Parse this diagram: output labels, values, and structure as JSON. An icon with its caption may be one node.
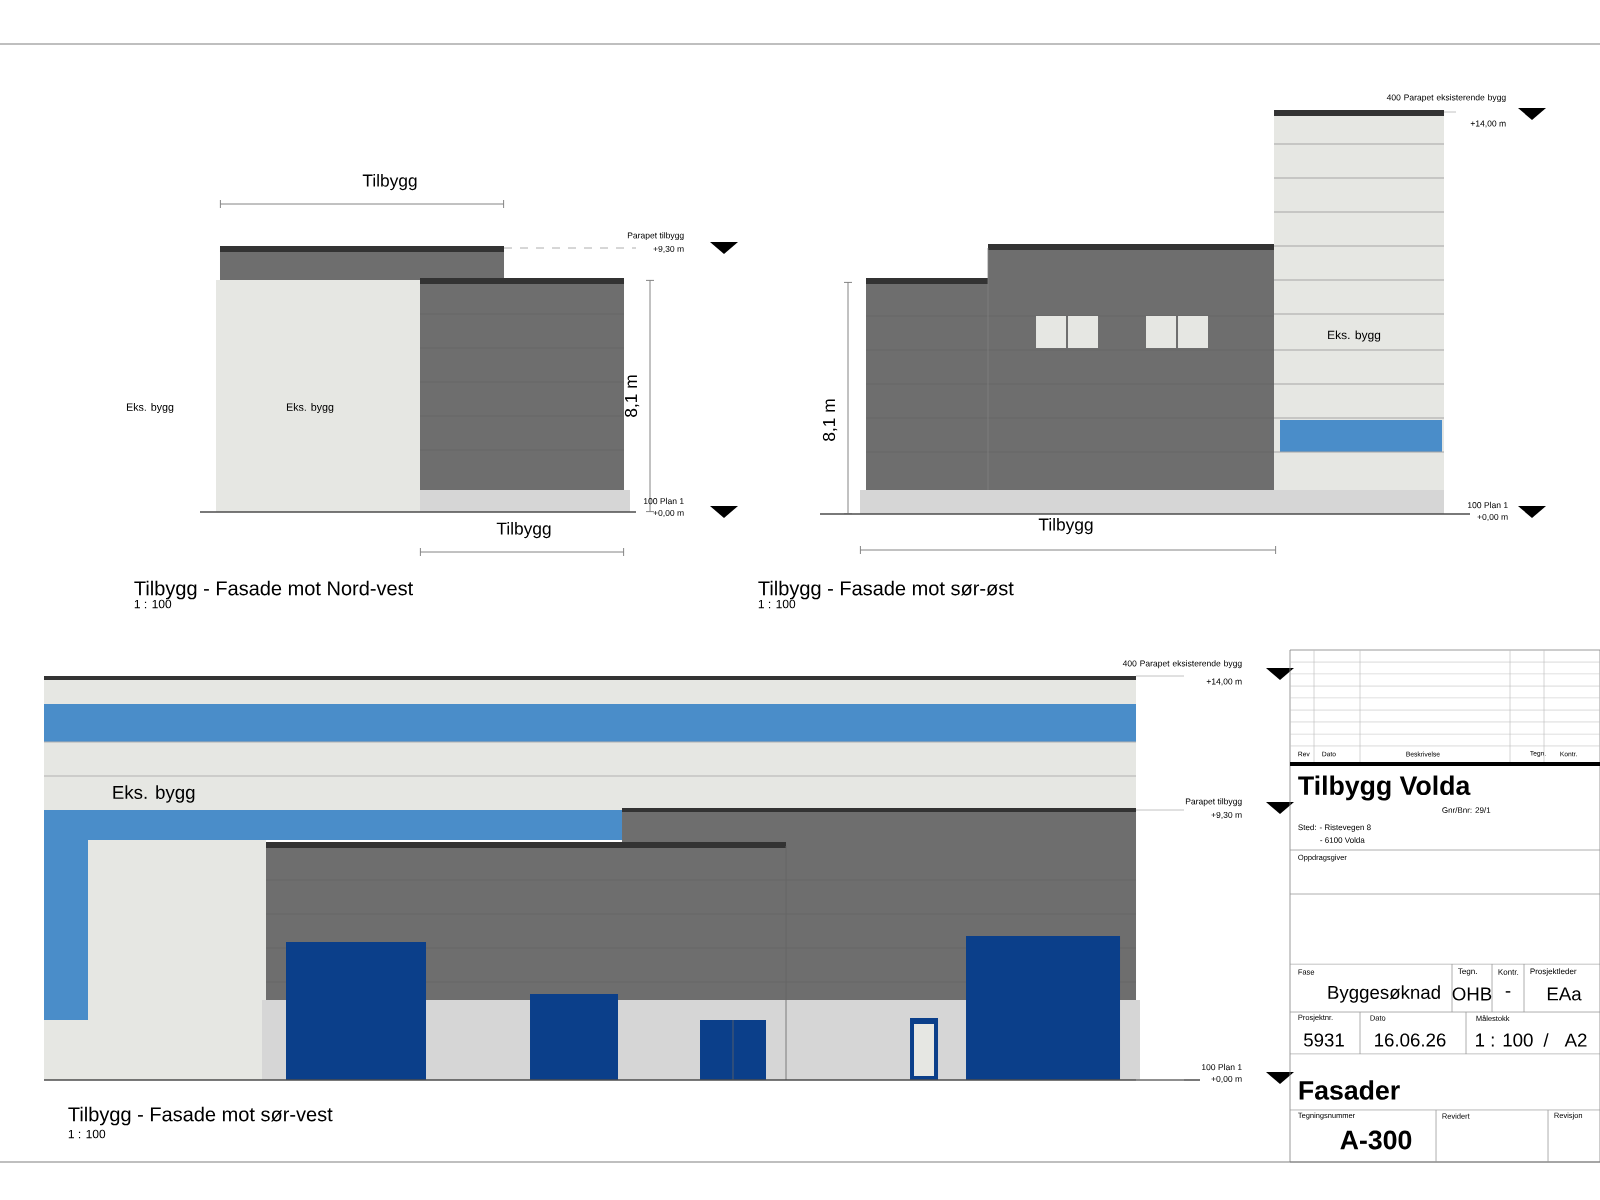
{
  "diagram": {
    "labels": [
      "Tilbygg",
      "Parapet tilbygg",
      "+9,30 m",
      "Eks. bygg",
      "Eks. bygg",
      "8,1 m",
      "100 Plan 1",
      "+0,00 m",
      "Tilbygg",
      "Tilbygg - Fasade mot Nord-vest",
      "1 : 100",
      "400 Parapet eksisterende bygg",
      "+14,00 m",
      "Eks. bygg",
      "8,1 m",
      "100 Plan 1",
      "+0,00 m",
      "Tilbygg",
      "Tilbygg - Fasade mot sør-øst",
      "1 : 100",
      "400 Parapet eksisterende bygg",
      "+14,00 m",
      "Eks. bygg",
      "Parapet tilbygg",
      "+9,30 m",
      "100 Plan 1",
      "+0,00 m",
      "Tilbygg - Fasade mot sør-vest",
      "1 : 100",
      "Rev",
      "Dato",
      "Beskrivelse",
      "Tegn.",
      "Kontr.",
      "Tilbygg Volda",
      "Gnr/Bnr: 29/1",
      "Sted: - Ristevegen 8",
      "- 6100 Volda",
      "Oppdragsgiver",
      "Fase",
      "Byggesøknad",
      "Tegn.",
      "OHB",
      "Kontr.",
      "-",
      "Prosjektleder",
      "EAa",
      "Prosjektnr.",
      "5931",
      "Dato",
      "16.06.26",
      "Målestokk",
      "1 : 100",
      "/",
      "A2",
      "Fasader",
      "Tegningsnummer",
      "A-300",
      "Revidert",
      "Revisjon"
    ]
  }
}
